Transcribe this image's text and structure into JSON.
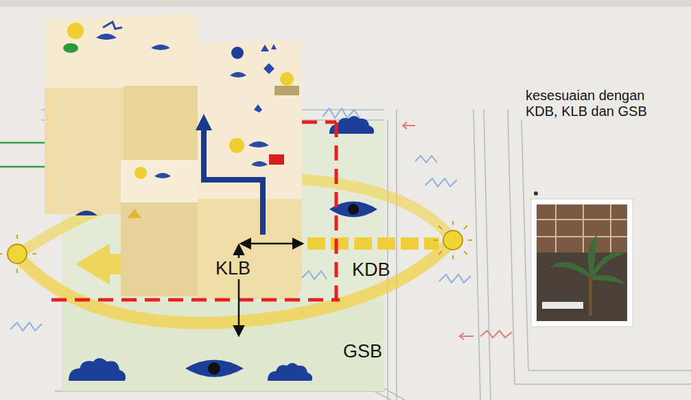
{
  "diagram": {
    "labels": [
      "kesesuaian dengan KDB, KLB dan GSB",
      "KLB",
      "KDB",
      "GSB"
    ]
  }
}
